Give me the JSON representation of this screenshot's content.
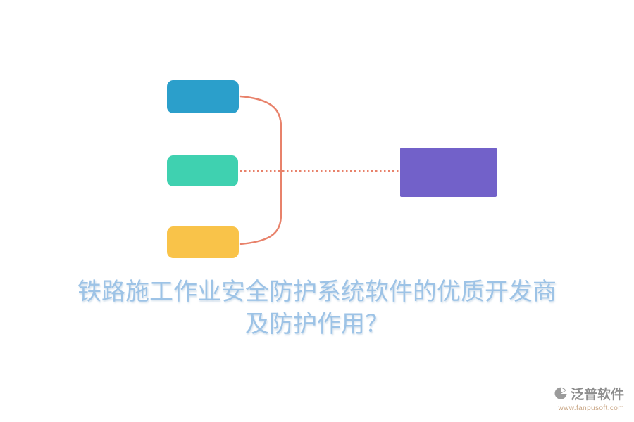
{
  "title": {
    "line1": "铁路施工作业安全防护系统软件的优质开发商",
    "line2": "及防护作用？",
    "color": "#9dc3e6"
  },
  "diagram": {
    "boxes": [
      {
        "name": "top-step",
        "color": "#2b9fcb"
      },
      {
        "name": "middle-step",
        "color": "#3fd1b0"
      },
      {
        "name": "bottom-step",
        "color": "#f9c349"
      },
      {
        "name": "result",
        "color": "#7261c9"
      }
    ],
    "connector_color": "#e8826b"
  },
  "footer": {
    "brand": "泛普软件",
    "website": "www.fanpusoft.com",
    "logo_icon": "fanpu-pie-logo",
    "brand_color": "#8d8d8d",
    "logo_color": "#9b9b9b"
  }
}
